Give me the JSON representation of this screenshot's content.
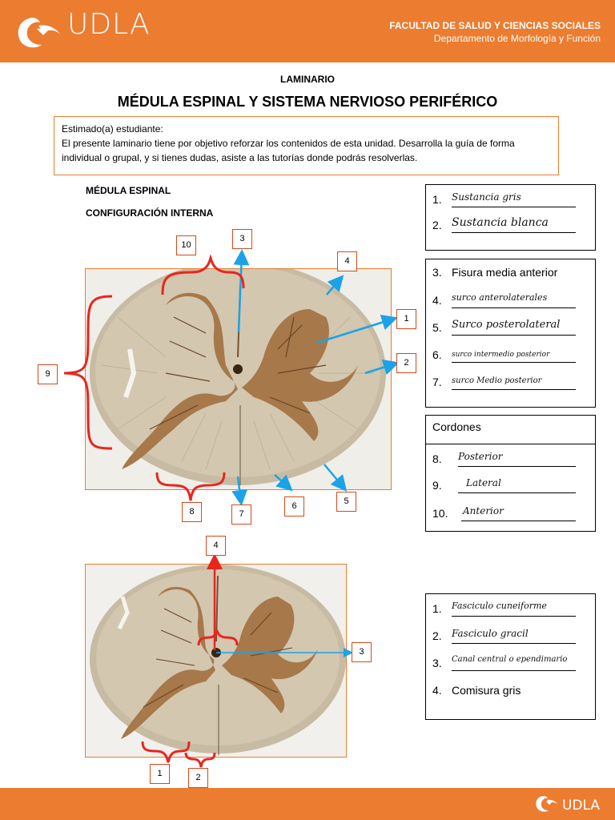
{
  "header": {
    "brand": "UDLA",
    "faculty": "FACULTAD DE SALUD Y CIENCIAS SOCIALES",
    "department": "Departamento de Morfología y Función"
  },
  "document": {
    "kind": "LAMINARIO",
    "title": "MÉDULA ESPINAL Y SISTEMA NERVIOSO PERIFÉRICO",
    "intro_greeting": "Estimado(a) estudiante:",
    "intro_text": "El presente laminario tiene por objetivo reforzar los contenidos de esta unidad. Desarrolla la guía de forma individual o grupal, y si tienes dudas, asiste a las tutorías donde podrás resolverlas."
  },
  "section": {
    "title": "MÉDULA ESPINAL",
    "subtitle": "CONFIGURACIÓN INTERNA"
  },
  "figure1": {
    "labels": [
      "10",
      "3",
      "4",
      "1",
      "2",
      "9",
      "8",
      "7",
      "6",
      "5"
    ]
  },
  "figure2": {
    "labels": [
      "4",
      "3",
      "1",
      "2"
    ]
  },
  "box1": {
    "items": [
      {
        "num": "1.",
        "text": "Sustancia gris"
      },
      {
        "num": "2.",
        "text": "Sustancia blanca"
      }
    ]
  },
  "box2": {
    "items": [
      {
        "num": "3.",
        "text": "Fisura media anterior"
      },
      {
        "num": "4.",
        "text": "surco anterolaterales"
      },
      {
        "num": "5.",
        "text": "Surco posterolateral"
      },
      {
        "num": "6.",
        "text": "surco intermedio posterior"
      },
      {
        "num": "7.",
        "text": "surco Medio posterior"
      }
    ]
  },
  "box3": {
    "heading": "Cordones",
    "items": [
      {
        "num": "8.",
        "text": "Posterior"
      },
      {
        "num": "9.",
        "text": "Lateral"
      },
      {
        "num": "10.",
        "text": "Anterior"
      }
    ]
  },
  "box4": {
    "items": [
      {
        "num": "1.",
        "text": "Fasciculo cuneiforme"
      },
      {
        "num": "2.",
        "text": "Fasciculo gracil"
      },
      {
        "num": "3.",
        "text": "Canal central o ependimario"
      },
      {
        "num": "4.",
        "text": "Comisura gris"
      }
    ]
  },
  "colors": {
    "brand_orange": "#ec7c30",
    "arrow_blue": "#1aa3e8",
    "bracket_red": "#e8261e",
    "gray_matter": "#a7784a",
    "white_matter": "#d3c7b0"
  }
}
